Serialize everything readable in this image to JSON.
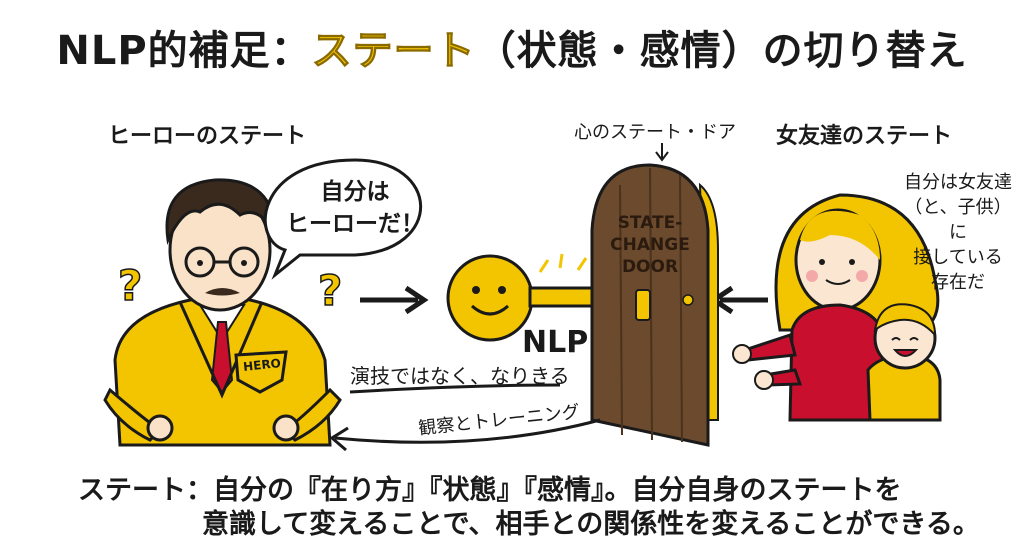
{
  "title": {
    "prefix": "NLP的補足：",
    "highlight": "ステート",
    "suffix": "（状態・感情）の切り替え"
  },
  "hero": {
    "label": "ヒーローのステート",
    "speech_line1": "自分は",
    "speech_line2": "ヒーローだ！",
    "badge": "HERO"
  },
  "door": {
    "caption": "心のステート・ドア",
    "sign_line1": "STATE-",
    "sign_line2": "CHANGE",
    "sign_line3": "DOOR"
  },
  "key": {
    "label": "NLP"
  },
  "right": {
    "label": "女友達のステート",
    "note_line1": "自分は女友達",
    "note_line2": "（と、子供）に",
    "note_line3": "接している",
    "note_line4": "存在だ"
  },
  "arrows": {
    "upper_text": "演技ではなく、なりきる",
    "lower_text": "観察とトレーニング"
  },
  "footer": {
    "line1": "ステート：自分の『在り方』『状態』『感情』。自分自身のステートを",
    "line2": "意識して変えることで、相手との関係性を変えることができる。"
  },
  "colors": {
    "yellow": "#f2c500",
    "door_brown": "#6b4a2e",
    "red": "#c8102e",
    "ink": "#1a1a1a"
  }
}
